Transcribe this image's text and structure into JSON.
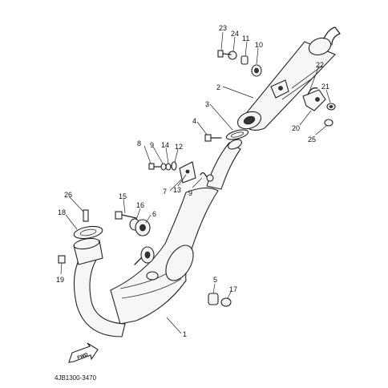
{
  "diagram": {
    "part_code": "4JB1300-3470",
    "fwd_label": "FWD",
    "callouts": [
      "1",
      "2",
      "3",
      "4",
      "5",
      "6",
      "7",
      "8",
      "9",
      "9",
      "10",
      "11",
      "12",
      "13",
      "14",
      "15",
      "16",
      "17",
      "18",
      "19",
      "20",
      "21",
      "22",
      "23",
      "24",
      "25",
      "26"
    ]
  }
}
